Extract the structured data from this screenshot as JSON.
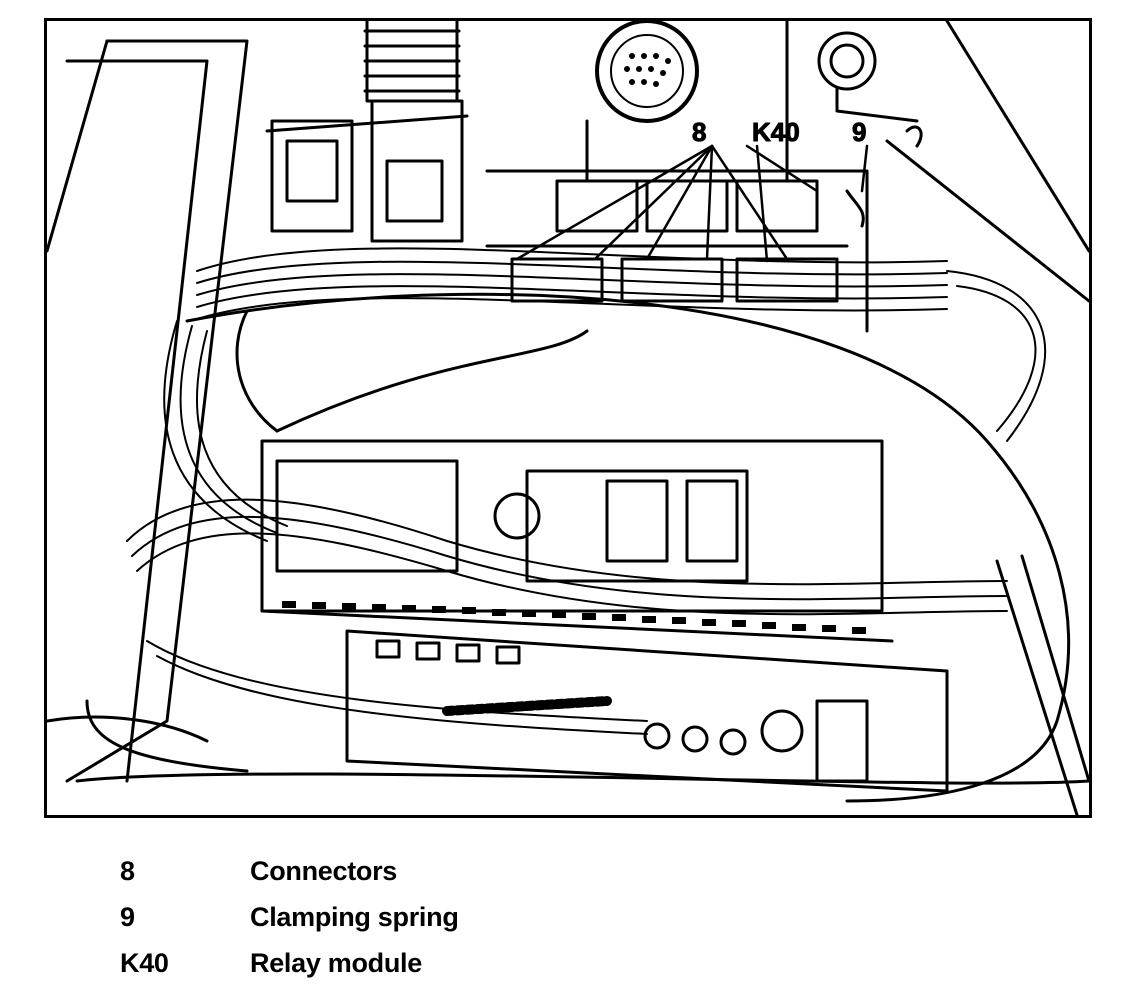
{
  "figure": {
    "callouts": {
      "connectors": "8",
      "relay_module": "K40",
      "clamping_spring": "9"
    }
  },
  "legend": {
    "items": [
      {
        "key": "8",
        "label": "Connectors"
      },
      {
        "key": "9",
        "label": "Clamping spring"
      },
      {
        "key": "K40",
        "label": "Relay module"
      }
    ]
  }
}
